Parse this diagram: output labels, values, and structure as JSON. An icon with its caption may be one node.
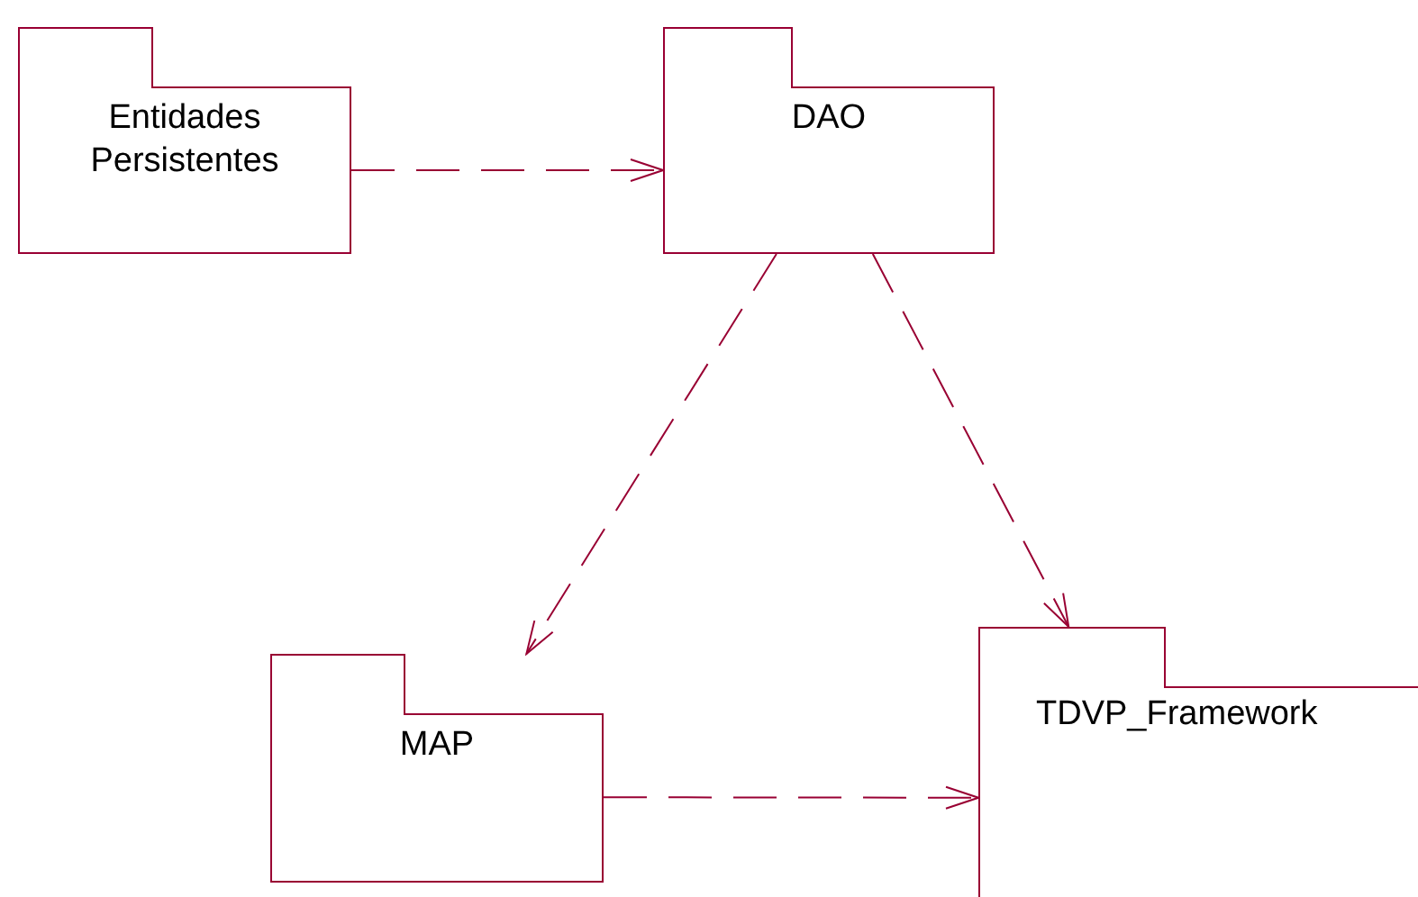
{
  "diagram": {
    "nodes": [
      {
        "text": [
          "Entidades Persistentes"
        ]
      },
      {
        "text": [
          "DAO"
        ]
      },
      {
        "text": [
          "MAP"
        ]
      },
      {
        "text": [
          "TDVP_Framework"
        ]
      }
    ],
    "edges": [
      {
        "from": 0,
        "to": 1,
        "arrow": "to",
        "style": "dashed"
      },
      {
        "from": 1,
        "to": 2,
        "arrow": "to",
        "style": "dashed"
      },
      {
        "from": 1,
        "to": 3,
        "arrow": "to",
        "style": "dashed"
      },
      {
        "from": 2,
        "to": 3,
        "arrow": "to",
        "style": "dashed"
      }
    ]
  }
}
